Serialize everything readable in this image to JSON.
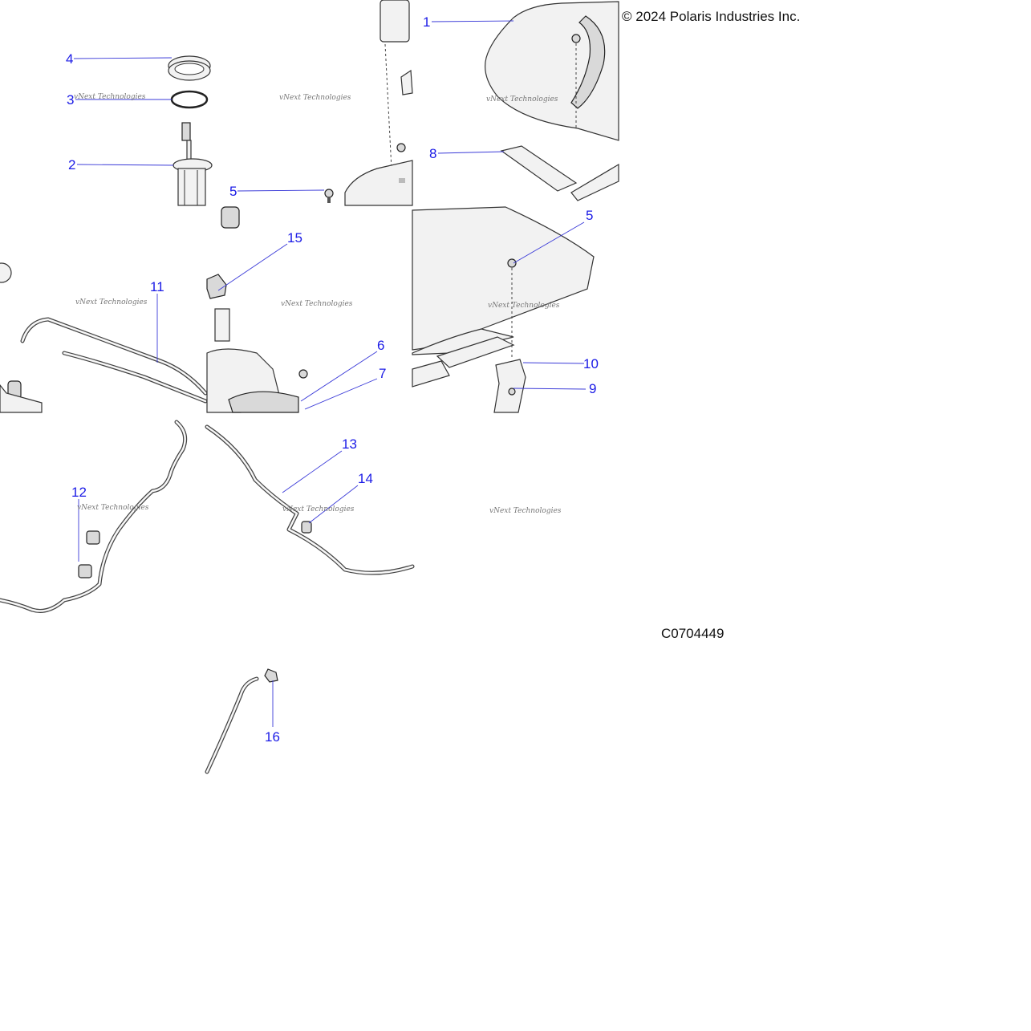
{
  "copyright": "© 2024 Polaris Industries Inc.",
  "drawing_id": "C0704449",
  "watermark": "vNext Technologies",
  "callouts": [
    "1",
    "2",
    "3",
    "4",
    "5",
    "5",
    "6",
    "7",
    "8",
    "9",
    "10",
    "11",
    "12",
    "13",
    "14",
    "15",
    "16"
  ],
  "colors": {
    "callout": "#1a1ae6",
    "leader": "#3a3ad8"
  }
}
